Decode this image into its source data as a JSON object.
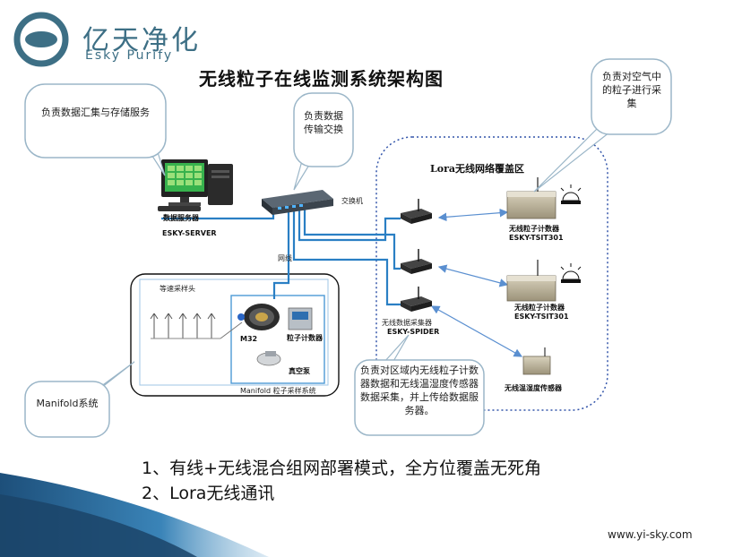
{
  "brand": {
    "cn": "亿天净化",
    "en": "Esky Purify",
    "accent": "#3d6f85"
  },
  "title": "无线粒子在线监测系统架构图",
  "bubbles": {
    "server": "负责数据汇集与存储服务",
    "switch": "负责数据传输交换",
    "air": "负责对空气中的粒子进行采集",
    "spider": "负责对区域内无线粒子计数器数据和无线温湿度传感器数据采集，并上传给数据服务器。",
    "manifold": "Manifold系统"
  },
  "labels": {
    "server_cn": "数据服务器",
    "server_model": "ESKY-SERVER",
    "switch": "交换机",
    "wired": "网线",
    "lora_region": "Lora无线网络覆盖区",
    "counter_name": "无线粒子计数器",
    "counter_model": "ESKY-TSIT301",
    "spider_cn": "无线数据采集器",
    "spider_model": "ESKY-SPIDER",
    "sensor": "无线温湿度传感器",
    "probes": "等速采样头",
    "m32": "M32",
    "particle_counter": "粒子计数器",
    "vacuum": "真空泵",
    "manifold_system": "Manifold 粒子采样系统"
  },
  "bullets": [
    "1、有线+无线混合组网部署模式，全方位覆盖无死角",
    "2、Lora无线通讯"
  ],
  "url": "www.yi-sky.com",
  "colors": {
    "wire": "#2a7fc4",
    "wireless": "#5a8fd0",
    "bubble_border": "#9bb6c8",
    "region_border": "#3355aa"
  }
}
